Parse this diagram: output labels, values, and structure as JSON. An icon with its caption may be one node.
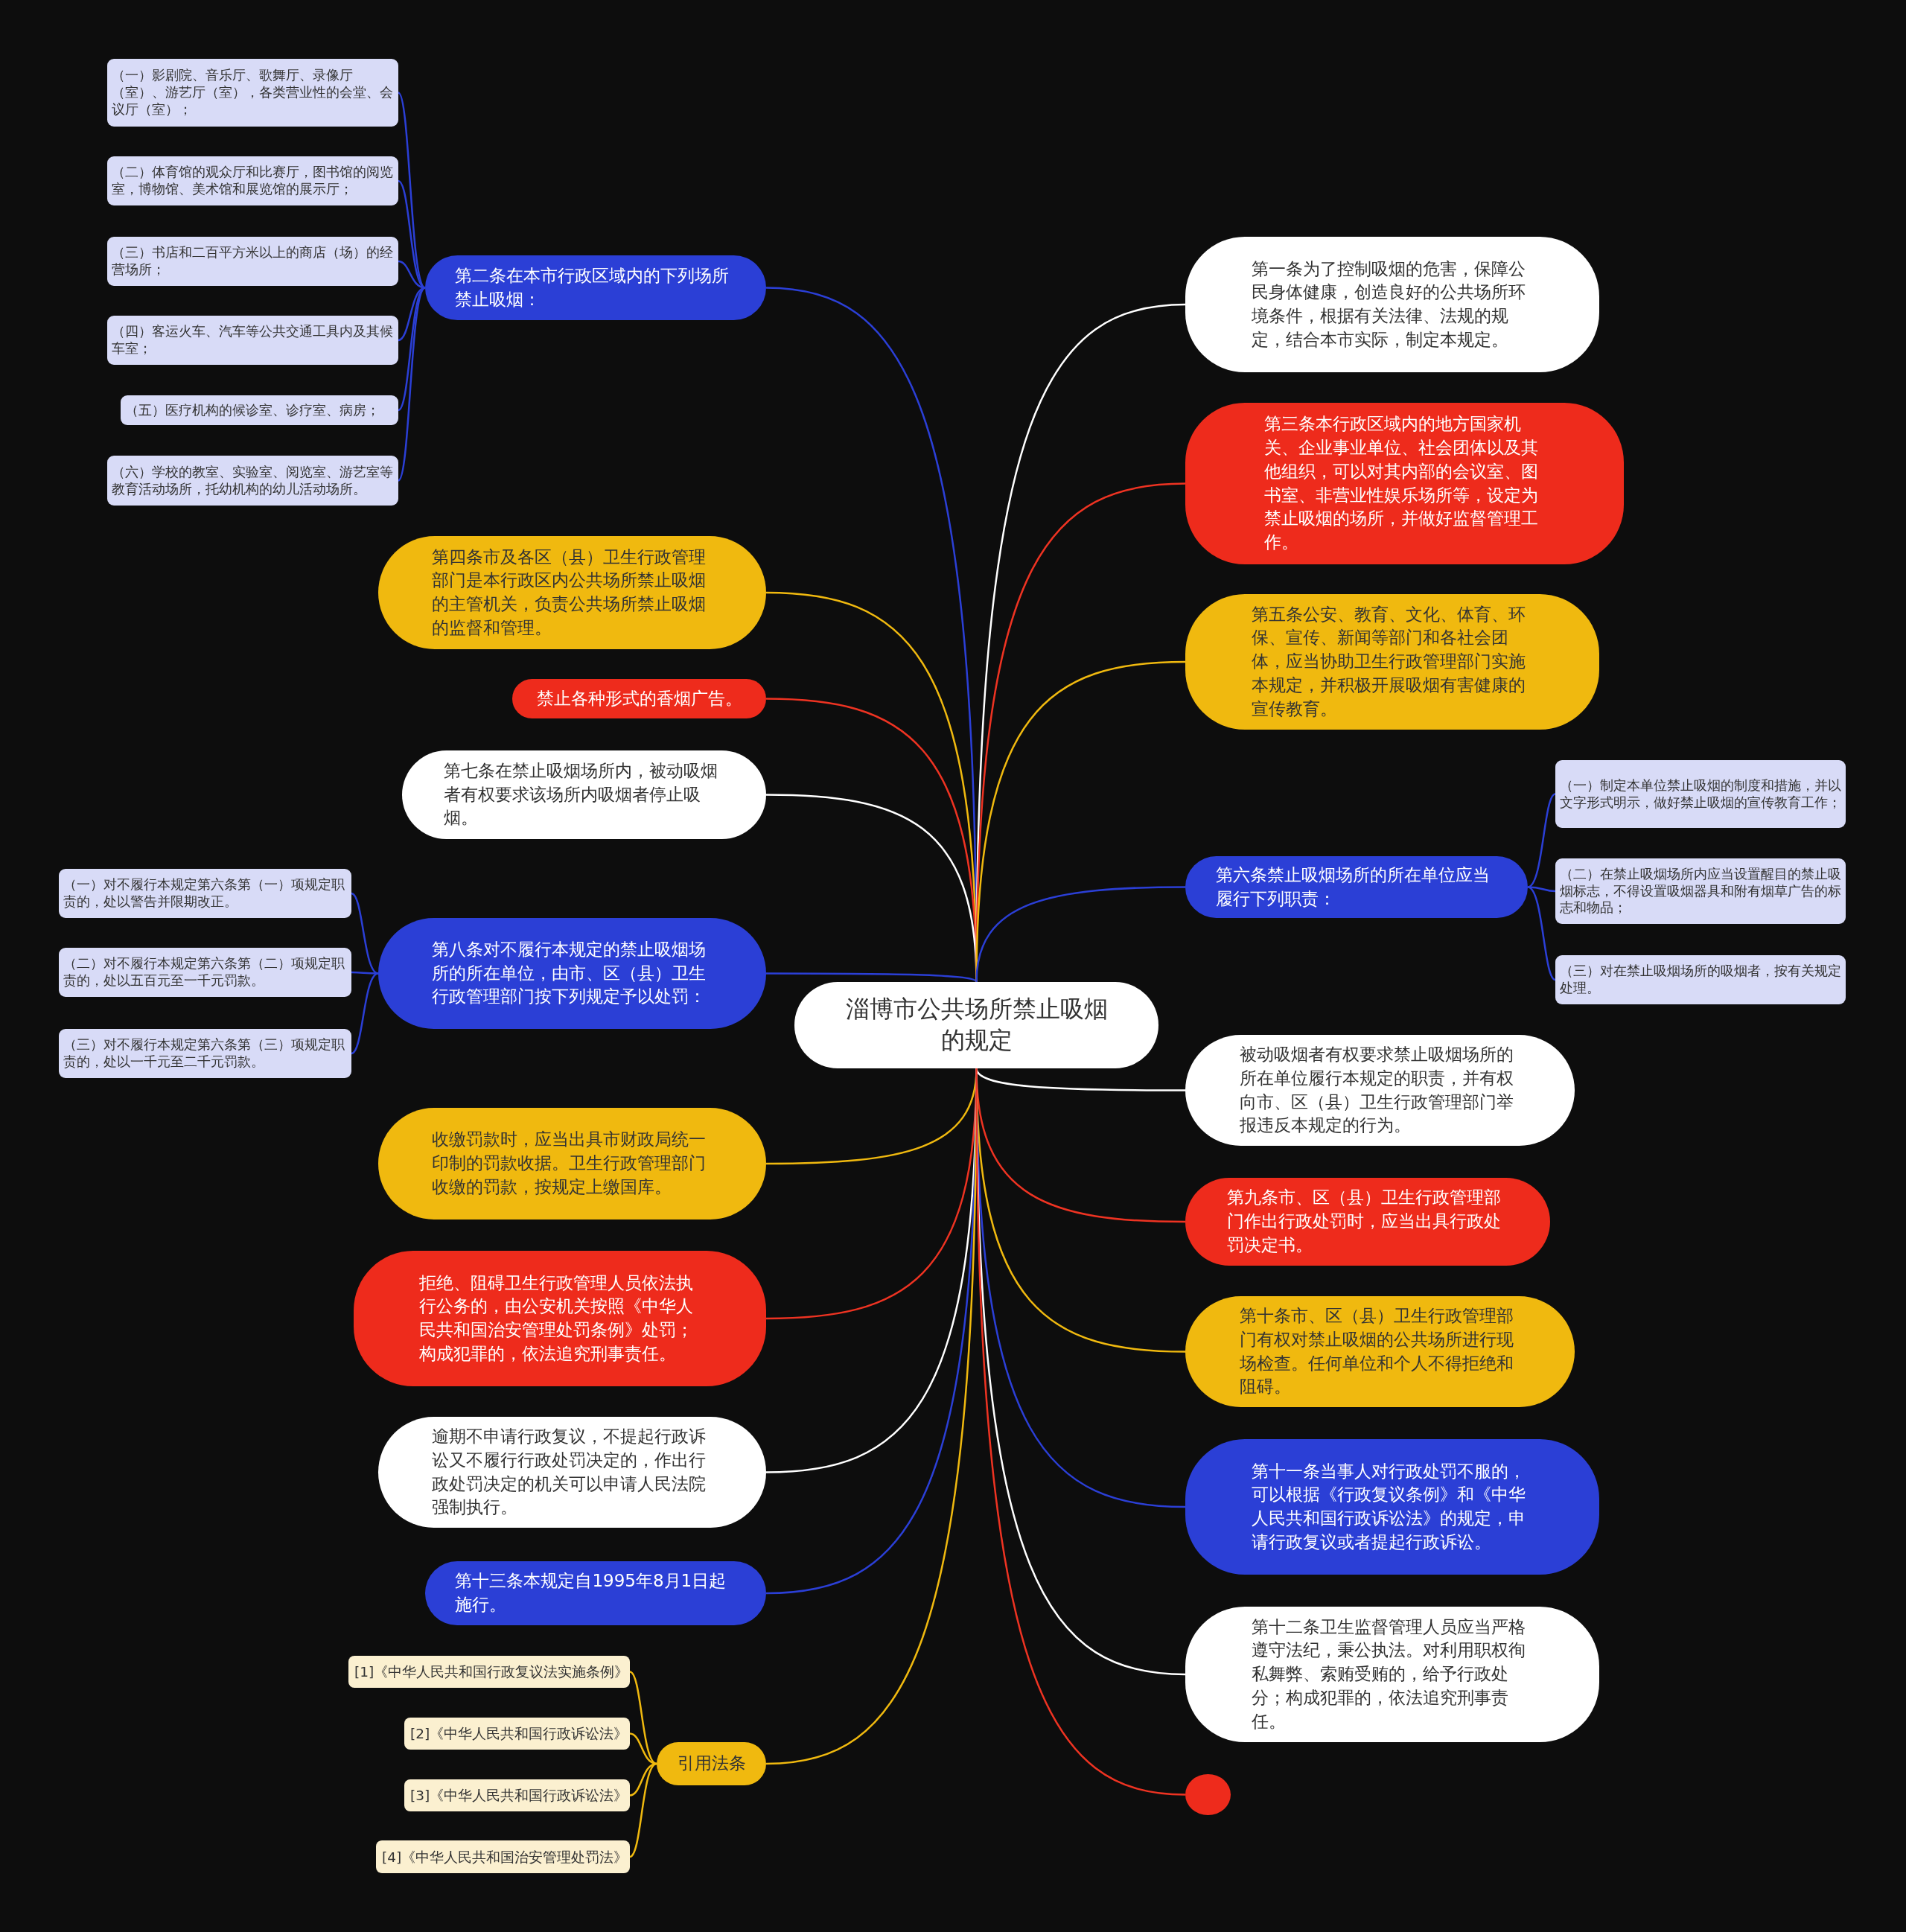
{
  "diagram": {
    "nodes": [
      {
        "text": [
          "淄博市公共场所禁止吸烟的规定"
        ]
      },
      {
        "text": [
          "第二条在本市行政区域内的下列场所禁止吸烟："
        ]
      },
      {
        "text": [
          "（一）影剧院、音乐厅、歌舞厅、录像厅（室）、游艺厅（室），各类营业性的会堂、会议厅（室）；"
        ]
      },
      {
        "text": [
          "（二）体育馆的观众厅和比赛厅，图书馆的阅览室，博物馆、美术馆和展览馆的展示厅；"
        ]
      },
      {
        "text": [
          "（三）书店和二百平方米以上的商店（场）的经营场所；"
        ]
      },
      {
        "text": [
          "（四）客运火车、汽车等公共交通工具内及其候车室；"
        ]
      },
      {
        "text": [
          "（五）医疗机构的候诊室、诊疗室、病房；"
        ]
      },
      {
        "text": [
          "（六）学校的教室、实验室、阅览室、游艺室等教育活动场所，托幼机构的幼儿活动场所。"
        ]
      },
      {
        "text": [
          "第四条市及各区（县）卫生行政管理部门是本行政区内公共场所禁止吸烟的主管机关，负责公共场所禁止吸烟的监督和管理。"
        ]
      },
      {
        "text": [
          "禁止各种形式的香烟广告。"
        ]
      },
      {
        "text": [
          "第七条在禁止吸烟场所内，被动吸烟者有权要求该场所内吸烟者停止吸烟。"
        ]
      },
      {
        "text": [
          "第八条对不履行本规定的禁止吸烟场所的所在单位，由市、区（县）卫生行政管理部门按下列规定予以处罚："
        ]
      },
      {
        "text": [
          "（一）对不履行本规定第六条第（一）项规定职责的，处以警告并限期改正。"
        ]
      },
      {
        "text": [
          "（二）对不履行本规定第六条第（二）项规定职责的，处以五百元至一千元罚款。"
        ]
      },
      {
        "text": [
          "（三）对不履行本规定第六条第（三）项规定职责的，处以一千元至二千元罚款。"
        ]
      },
      {
        "text": [
          "收缴罚款时，应当出具市财政局统一印制的罚款收据。卫生行政管理部门收缴的罚款，按规定上缴国库。"
        ]
      },
      {
        "text": [
          "拒绝、阻碍卫生行政管理人员依法执行公务的，由公安机关按照《中华人民共和国治安管理处罚条例》处罚；构成犯罪的，依法追究刑事责任。"
        ]
      },
      {
        "text": [
          "逾期不申请行政复议，不提起行政诉讼又不履行行政处罚决定的，作出行政处罚决定的机关可以申请人民法院强制执行。"
        ]
      },
      {
        "text": [
          "第十三条本规定自1995年8月1日起施行。"
        ]
      },
      {
        "text": [
          "引用法条"
        ]
      },
      {
        "text": [
          "[1]《中华人民共和国行政复议法实施条例》"
        ]
      },
      {
        "text": [
          "[2]《中华人民共和国行政诉讼法》"
        ]
      },
      {
        "text": [
          "[3]《中华人民共和国行政诉讼法》"
        ]
      },
      {
        "text": [
          "[4]《中华人民共和国治安管理处罚法》"
        ]
      },
      {
        "text": [
          "第一条为了控制吸烟的危害，保障公民身体健康，创造良好的公共场所环境条件，根据有关法律、法规的规定，结合本市实际，制定本规定。"
        ]
      },
      {
        "text": [
          "第三条本行政区域内的地方国家机关、企业事业单位、社会团体以及其他组织，可以对其内部的会议室、图书室、非营业性娱乐场所等，设定为禁止吸烟的场所，并做好监督管理工作。"
        ]
      },
      {
        "text": [
          "第五条公安、教育、文化、体育、环保、宣传、新闻等部门和各社会团体，应当协助卫生行政管理部门实施本规定，并积极开展吸烟有害健康的宣传教育。"
        ]
      },
      {
        "text": [
          "第六条禁止吸烟场所的所在单位应当履行下列职责："
        ]
      },
      {
        "text": [
          "（一）制定本单位禁止吸烟的制度和措施，并以文字形式明示，做好禁止吸烟的宣传教育工作；"
        ]
      },
      {
        "text": [
          "（二）在禁止吸烟场所内应当设置醒目的禁止吸烟标志，不得设置吸烟器具和附有烟草广告的标志和物品；"
        ]
      },
      {
        "text": [
          "（三）对在禁止吸烟场所的吸烟者，按有关规定处理。"
        ]
      },
      {
        "text": [
          "被动吸烟者有权要求禁止吸烟场所的所在单位履行本规定的职责，并有权向市、区（县）卫生行政管理部门举报违反本规定的行为。"
        ]
      },
      {
        "text": [
          "第九条市、区（县）卫生行政管理部门作出行政处罚时，应当出具行政处罚决定书。"
        ]
      },
      {
        "text": [
          "第十条市、区（县）卫生行政管理部门有权对禁止吸烟的公共场所进行现场检查。任何单位和个人不得拒绝和阻碍。"
        ]
      },
      {
        "text": [
          "第十一条当事人对行政处罚不服的，可以根据《行政复议条例》和《中华人民共和国行政诉讼法》的规定，申请行政复议或者提起行政诉讼。"
        ]
      },
      {
        "text": [
          "第十二条卫生监督管理人员应当严格遵守法纪，秉公执法。对利用职权徇私舞弊、索贿受贿的，给予行政处分；构成犯罪的，依法追究刑事责任。"
        ]
      },
      {
        "text": [],
        "shape": "circle"
      }
    ],
    "edges": [
      {
        "from": 0,
        "to": 1,
        "arrow": "none"
      },
      {
        "from": 1,
        "to": 2,
        "arrow": "none"
      },
      {
        "from": 1,
        "to": 3,
        "arrow": "none"
      },
      {
        "from": 1,
        "to": 4,
        "arrow": "none"
      },
      {
        "from": 1,
        "to": 5,
        "arrow": "none"
      },
      {
        "from": 1,
        "to": 6,
        "arrow": "none"
      },
      {
        "from": 1,
        "to": 7,
        "arrow": "none"
      },
      {
        "from": 0,
        "to": 8,
        "arrow": "none",
        "color": "#f0b90f"
      },
      {
        "from": 0,
        "to": 9,
        "arrow": "none",
        "color": "#ee3322"
      },
      {
        "from": 0,
        "to": 10,
        "arrow": "none",
        "color": "#ffffff"
      },
      {
        "from": 0,
        "to": 11,
        "arrow": "none"
      },
      {
        "from": 11,
        "to": 12,
        "arrow": "none"
      },
      {
        "from": 11,
        "to": 13,
        "arrow": "none"
      },
      {
        "from": 11,
        "to": 14,
        "arrow": "none"
      },
      {
        "from": 0,
        "to": 15,
        "arrow": "none",
        "color": "#f0b90f"
      },
      {
        "from": 0,
        "to": 16,
        "arrow": "none",
        "color": "#ee3322"
      },
      {
        "from": 0,
        "to": 17,
        "arrow": "none",
        "color": "#ffffff"
      },
      {
        "from": 0,
        "to": 18,
        "arrow": "none"
      },
      {
        "from": 0,
        "to": 19,
        "arrow": "none",
        "color": "#f0b90f"
      },
      {
        "from": 19,
        "to": 20,
        "arrow": "none",
        "color": "#f0b90f"
      },
      {
        "from": 19,
        "to": 21,
        "arrow": "none",
        "color": "#f0b90f"
      },
      {
        "from": 19,
        "to": 22,
        "arrow": "none",
        "color": "#f0b90f"
      },
      {
        "from": 19,
        "to": 23,
        "arrow": "none",
        "color": "#f0b90f"
      },
      {
        "from": 0,
        "to": 24,
        "arrow": "none",
        "color": "#ffffff"
      },
      {
        "from": 0,
        "to": 25,
        "arrow": "none",
        "color": "#ee3322"
      },
      {
        "from": 0,
        "to": 26,
        "arrow": "none",
        "color": "#f0b90f"
      },
      {
        "from": 0,
        "to": 27,
        "arrow": "none"
      },
      {
        "from": 27,
        "to": 28,
        "arrow": "none"
      },
      {
        "from": 27,
        "to": 29,
        "arrow": "none"
      },
      {
        "from": 27,
        "to": 30,
        "arrow": "none"
      },
      {
        "from": 0,
        "to": 31,
        "arrow": "none",
        "color": "#ffffff"
      },
      {
        "from": 0,
        "to": 32,
        "arrow": "none",
        "color": "#ee3322"
      },
      {
        "from": 0,
        "to": 33,
        "arrow": "none",
        "color": "#f0b90f"
      },
      {
        "from": 0,
        "to": 34,
        "arrow": "none"
      },
      {
        "from": 0,
        "to": 35,
        "arrow": "none",
        "color": "#ffffff"
      },
      {
        "from": 0,
        "to": 36,
        "arrow": "none",
        "color": "#ee3322"
      }
    ]
  }
}
